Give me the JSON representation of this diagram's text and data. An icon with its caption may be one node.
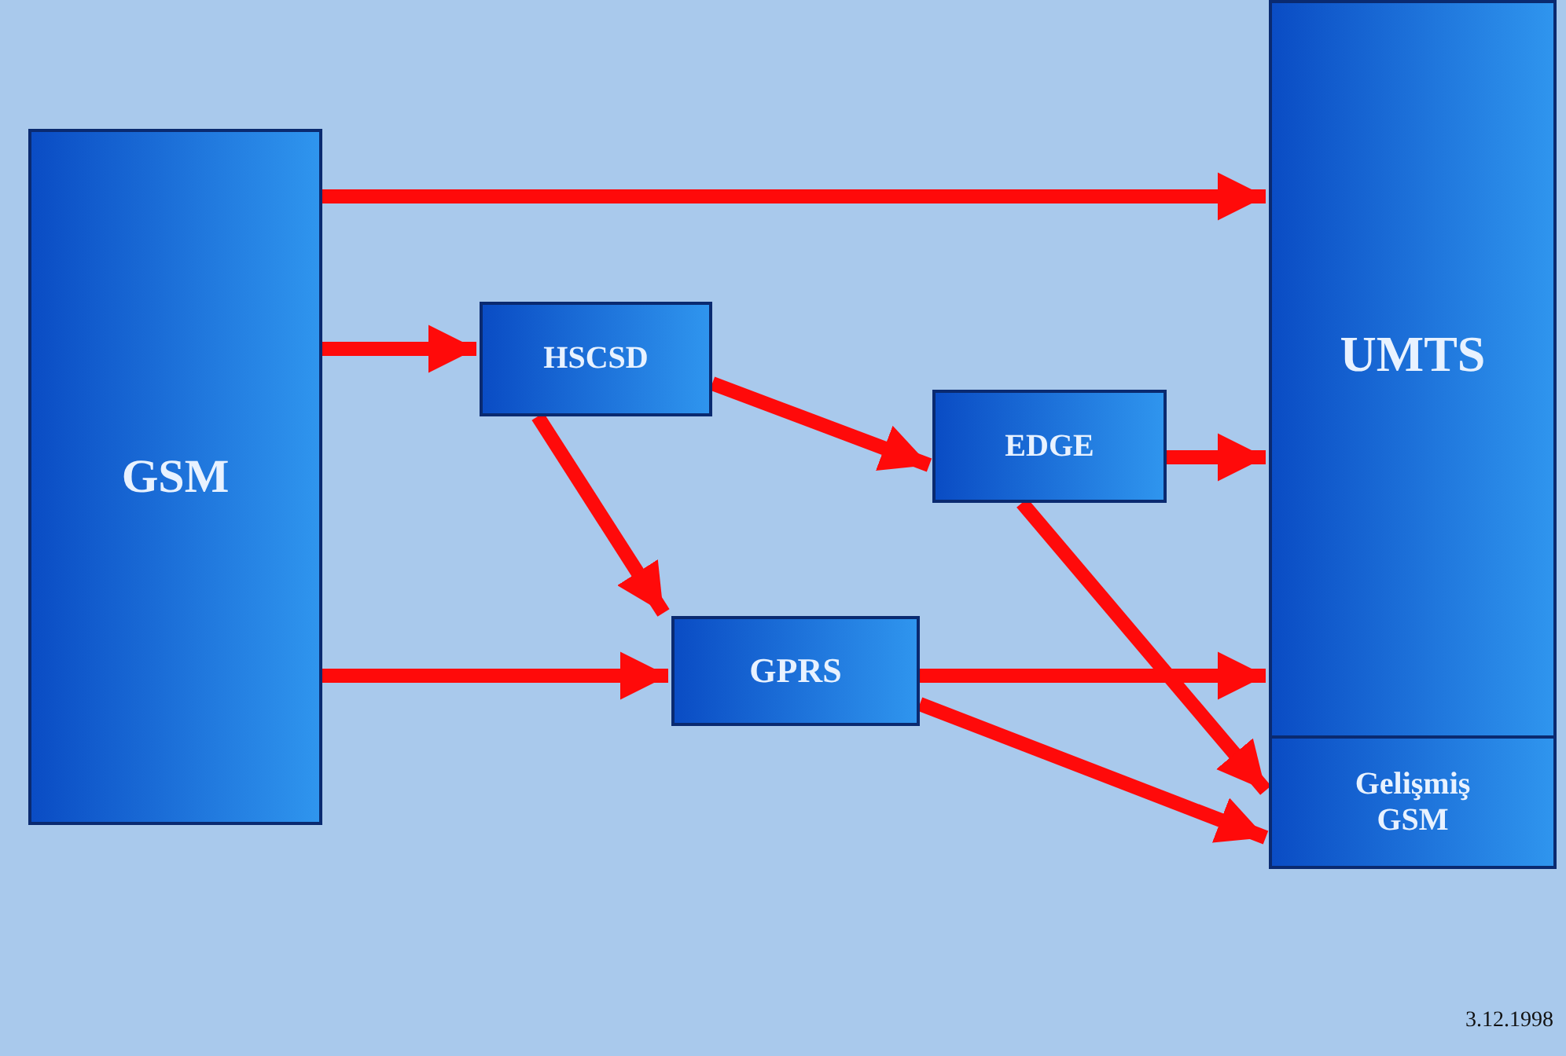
{
  "diagram": {
    "nodes": [
      {
        "text": [
          "GSM"
        ]
      },
      {
        "text": [
          "HSCSD"
        ]
      },
      {
        "text": [
          "EDGE"
        ]
      },
      {
        "text": [
          "GPRS"
        ]
      },
      {
        "text": [
          "UMTS"
        ]
      },
      {
        "text": [
          "Gelişmiş GSM"
        ]
      }
    ],
    "edges": [
      {
        "from": 0,
        "to": 4,
        "arrow": "to"
      },
      {
        "from": 0,
        "to": 1,
        "arrow": "to"
      },
      {
        "from": 0,
        "to": 3,
        "arrow": "to"
      },
      {
        "from": 1,
        "to": 2,
        "arrow": "to"
      },
      {
        "from": 1,
        "to": 3,
        "arrow": "to"
      },
      {
        "from": 2,
        "to": 4,
        "arrow": "to"
      },
      {
        "from": 2,
        "to": 5,
        "arrow": "to"
      },
      {
        "from": 3,
        "to": 4,
        "arrow": "to"
      },
      {
        "from": 3,
        "to": 5,
        "arrow": "to"
      }
    ],
    "labels": [
      "3.12.1998"
    ]
  }
}
